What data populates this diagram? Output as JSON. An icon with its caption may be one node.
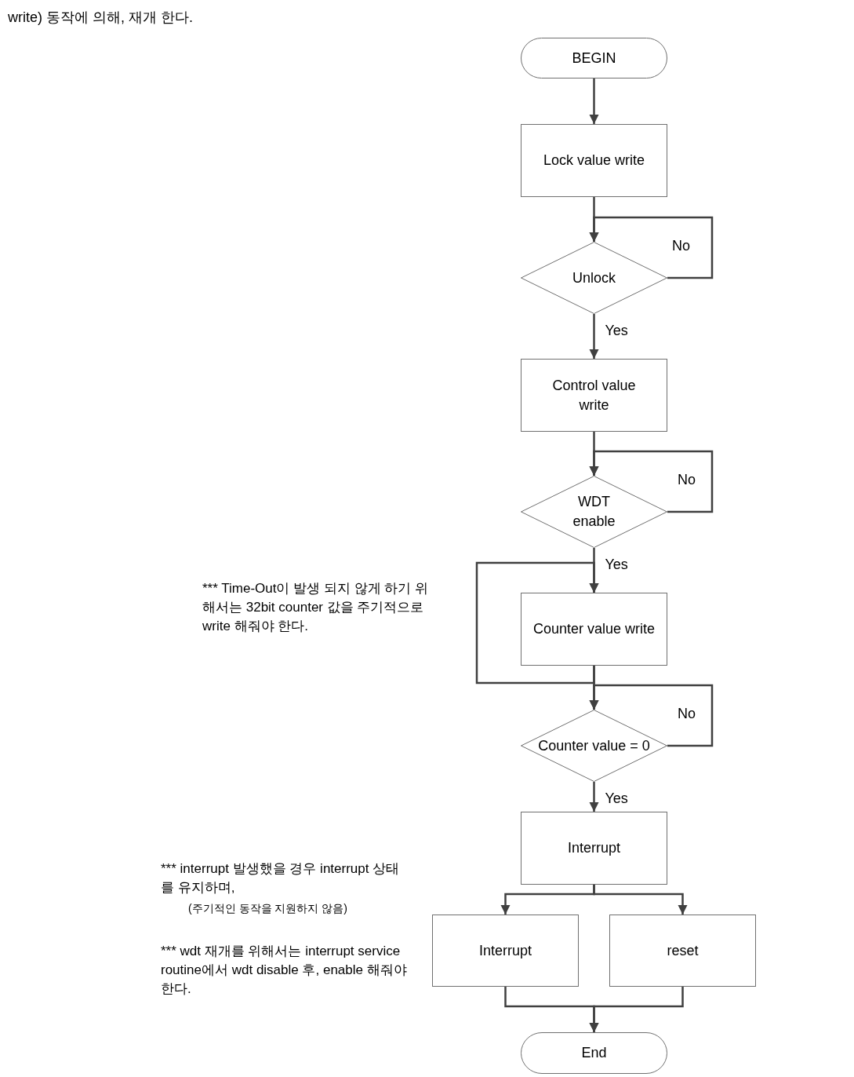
{
  "diagram": {
    "nodes": [
      {
        "text": [
          "BEGIN"
        ]
      },
      {
        "text": [
          "Lock value write"
        ]
      },
      {
        "text": [
          "Unlock"
        ]
      },
      {
        "text": [
          "Control value write"
        ]
      },
      {
        "text": [
          "WDT enable"
        ]
      },
      {
        "text": [
          "Counter value write"
        ]
      },
      {
        "text": [
          "Counter value = 0"
        ]
      },
      {
        "text": [
          "Interrupt"
        ]
      },
      {
        "text": [
          "Interrupt"
        ]
      },
      {
        "text": [
          "reset"
        ]
      },
      {
        "text": [
          "End"
        ]
      }
    ],
    "edges": [
      {
        "from": 0,
        "to": 1,
        "arrow": "to"
      },
      {
        "from": 1,
        "to": 2,
        "arrow": "to"
      },
      {
        "from": 2,
        "to": 2,
        "arrow": "to",
        "label": "No"
      },
      {
        "from": 2,
        "to": 3,
        "arrow": "to",
        "label": "Yes"
      },
      {
        "from": 3,
        "to": 4,
        "arrow": "to"
      },
      {
        "from": 4,
        "to": 4,
        "arrow": "to",
        "label": "No"
      },
      {
        "from": 4,
        "to": 5,
        "arrow": "to",
        "label": "Yes"
      },
      {
        "from": 5,
        "to": 5,
        "arrow": "to"
      },
      {
        "from": 5,
        "to": 6,
        "arrow": "to"
      },
      {
        "from": 6,
        "to": 6,
        "arrow": "to",
        "label": "No"
      },
      {
        "from": 6,
        "to": 7,
        "arrow": "to",
        "label": "Yes"
      },
      {
        "from": 7,
        "to": 8,
        "arrow": "to"
      },
      {
        "from": 7,
        "to": 9,
        "arrow": "to"
      },
      {
        "from": 8,
        "to": 10,
        "arrow": "to"
      },
      {
        "from": 9,
        "to": 10,
        "arrow": "to"
      }
    ],
    "labels": [
      "write) 동작에 의해, 재개 한다.",
      "*** Time-Out이 발생 되지 않게 하기 위해서는 32bit counter 값을 주기적으로 write 해줘야 한다.",
      "*** interrupt 발생했을 경우 interrupt 상태를 유지하며,",
      "(주기적인 동작을 지원하지 않음)",
      "*** wdt 재개를 위해서는 interrupt service routine에서 wdt disable 후, enable 해줘야 한다."
    ]
  }
}
